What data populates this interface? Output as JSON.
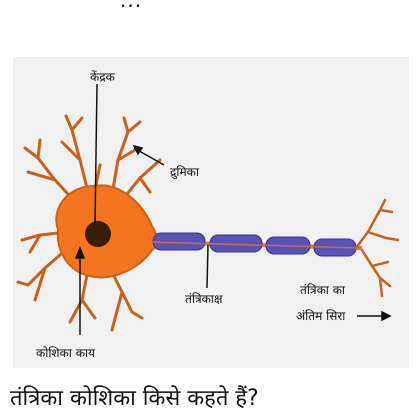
{
  "top_fragment": "...",
  "diagram": {
    "labels": {
      "nucleus": "केंद्रक",
      "dendrite": "द्रुमिका",
      "axon": "तंत्रिकाक्ष",
      "axon_terminal_line1": "तंत्रिका का",
      "axon_terminal_line2": "अंतिम सिरा",
      "cell_body": "कोशिका काय"
    },
    "colors": {
      "cell_body": "#f5751e",
      "nucleus": "#3a1e0a",
      "dendrite": "#c8611c",
      "myelin": "#5a52b4",
      "axon_core": "#e07a2c"
    }
  },
  "caption": "तंत्रिका कोशिका किसे कहते हैं?"
}
